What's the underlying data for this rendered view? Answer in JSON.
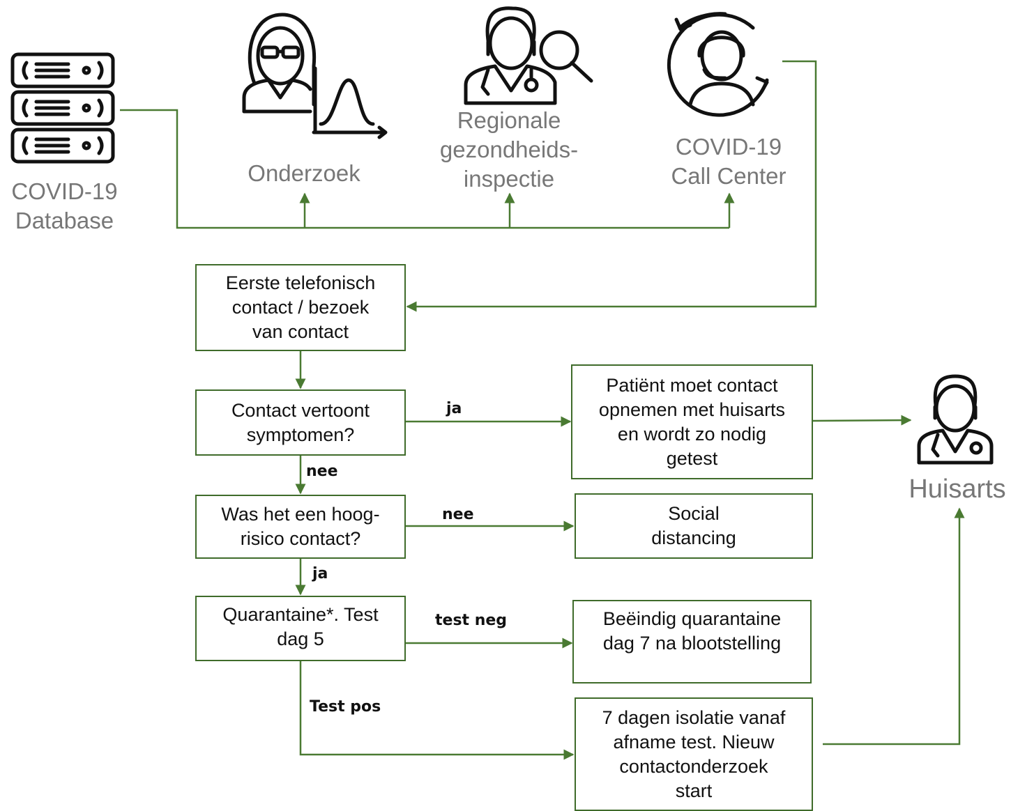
{
  "sources": {
    "database": "COVID-19\nDatabase",
    "research": "Onderzoek",
    "inspection": "Regionale\ngezondheids-\ninspectie",
    "call_center": "COVID-19\nCall Center",
    "gp": "Huisarts"
  },
  "steps": {
    "first_contact": "Eerste telefonisch\ncontact / bezoek\nvan contact",
    "symptoms_q": "Contact vertoont\nsymptomen?",
    "high_risk_q": "Was het een hoog-\nrisico contact?",
    "quarantine": "Quarantaine*. Test\ndag 5",
    "contact_gp": "Patiënt moet contact\nopnemen met huisarts\nen wordt zo nodig\ngetest",
    "social_distancing": "Social\ndistancing",
    "end_quarantine": "Beëindig quarantaine\ndag 7 na blootstelling",
    "isolation": "7 dagen isolatie vanaf\nafname test. Nieuw\ncontactonderzoek\nstart"
  },
  "edge_labels": {
    "symptoms_yes": "ja",
    "symptoms_no": "nee",
    "risk_no": "nee",
    "risk_yes": "ja",
    "test_neg": "test neg",
    "test_pos": "Test pos"
  },
  "colors": {
    "arrow": "#4a7a32",
    "box_border": "#3f6b2a",
    "icon_label": "#777777",
    "text": "#111111"
  },
  "icons": {
    "database": "server-stack-icon",
    "research": "researcher-chart-icon",
    "inspection": "doctor-magnifier-icon",
    "call_center": "call-center-agent-icon",
    "gp": "doctor-icon"
  }
}
